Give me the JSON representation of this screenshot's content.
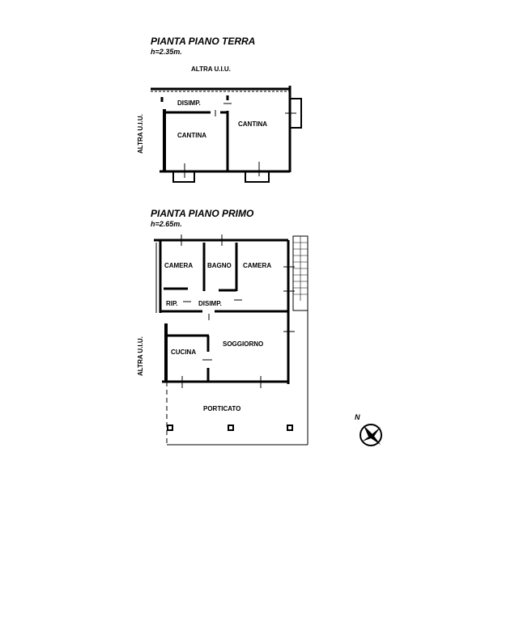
{
  "ground_floor": {
    "title": "PIANTA PIANO TERRA",
    "height": "h=2.35m.",
    "neighbor_top": "ALTRA U.I.U.",
    "neighbor_left": "ALTRA U.I.U.",
    "rooms": [
      "DISIMP.",
      "CANTINA",
      "CANTINA"
    ]
  },
  "first_floor": {
    "title": "PIANTA PIANO PRIMO",
    "height": "h=2.65m.",
    "neighbor_left": "ALTRA U.I.U.",
    "rooms": [
      "CAMERA",
      "BAGNO",
      "CAMERA",
      "RIP.",
      "DISIMP.",
      "CUCINA",
      "SOGGIORNO",
      "PORTICATO"
    ]
  },
  "compass": {
    "label": "N"
  }
}
